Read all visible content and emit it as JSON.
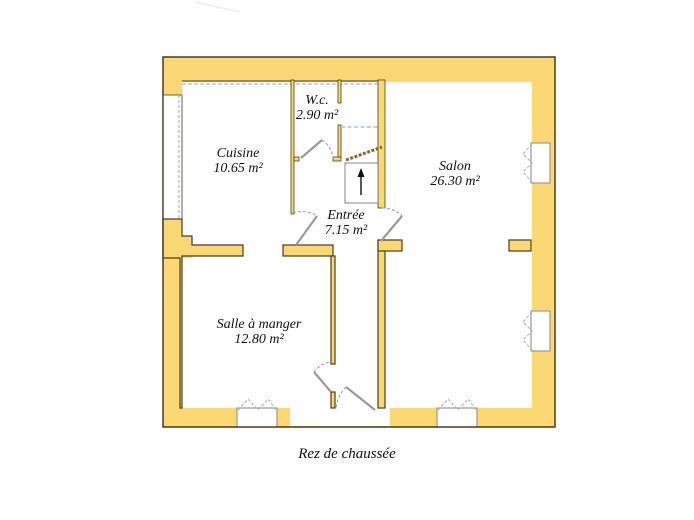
{
  "plan": {
    "title": "Rez de chaussée",
    "colors": {
      "wall_fill": "#fbd873",
      "wall_stroke": "#4a3c22",
      "floor": "#ffffff",
      "door": "#9a9a9a",
      "cyan_line": "#7fd8e0"
    },
    "rooms": [
      {
        "name": "Cuisine",
        "area": "10.65 m²"
      },
      {
        "name": "W.c.",
        "area": "2.90 m²"
      },
      {
        "name": "Salon",
        "area": "26.30 m²"
      },
      {
        "name": "Entrée",
        "area": "7.15 m²"
      },
      {
        "name": "Salle à manger",
        "area": "12.80 m²"
      }
    ],
    "icons": {
      "stair_arrow": "up-arrow"
    }
  }
}
